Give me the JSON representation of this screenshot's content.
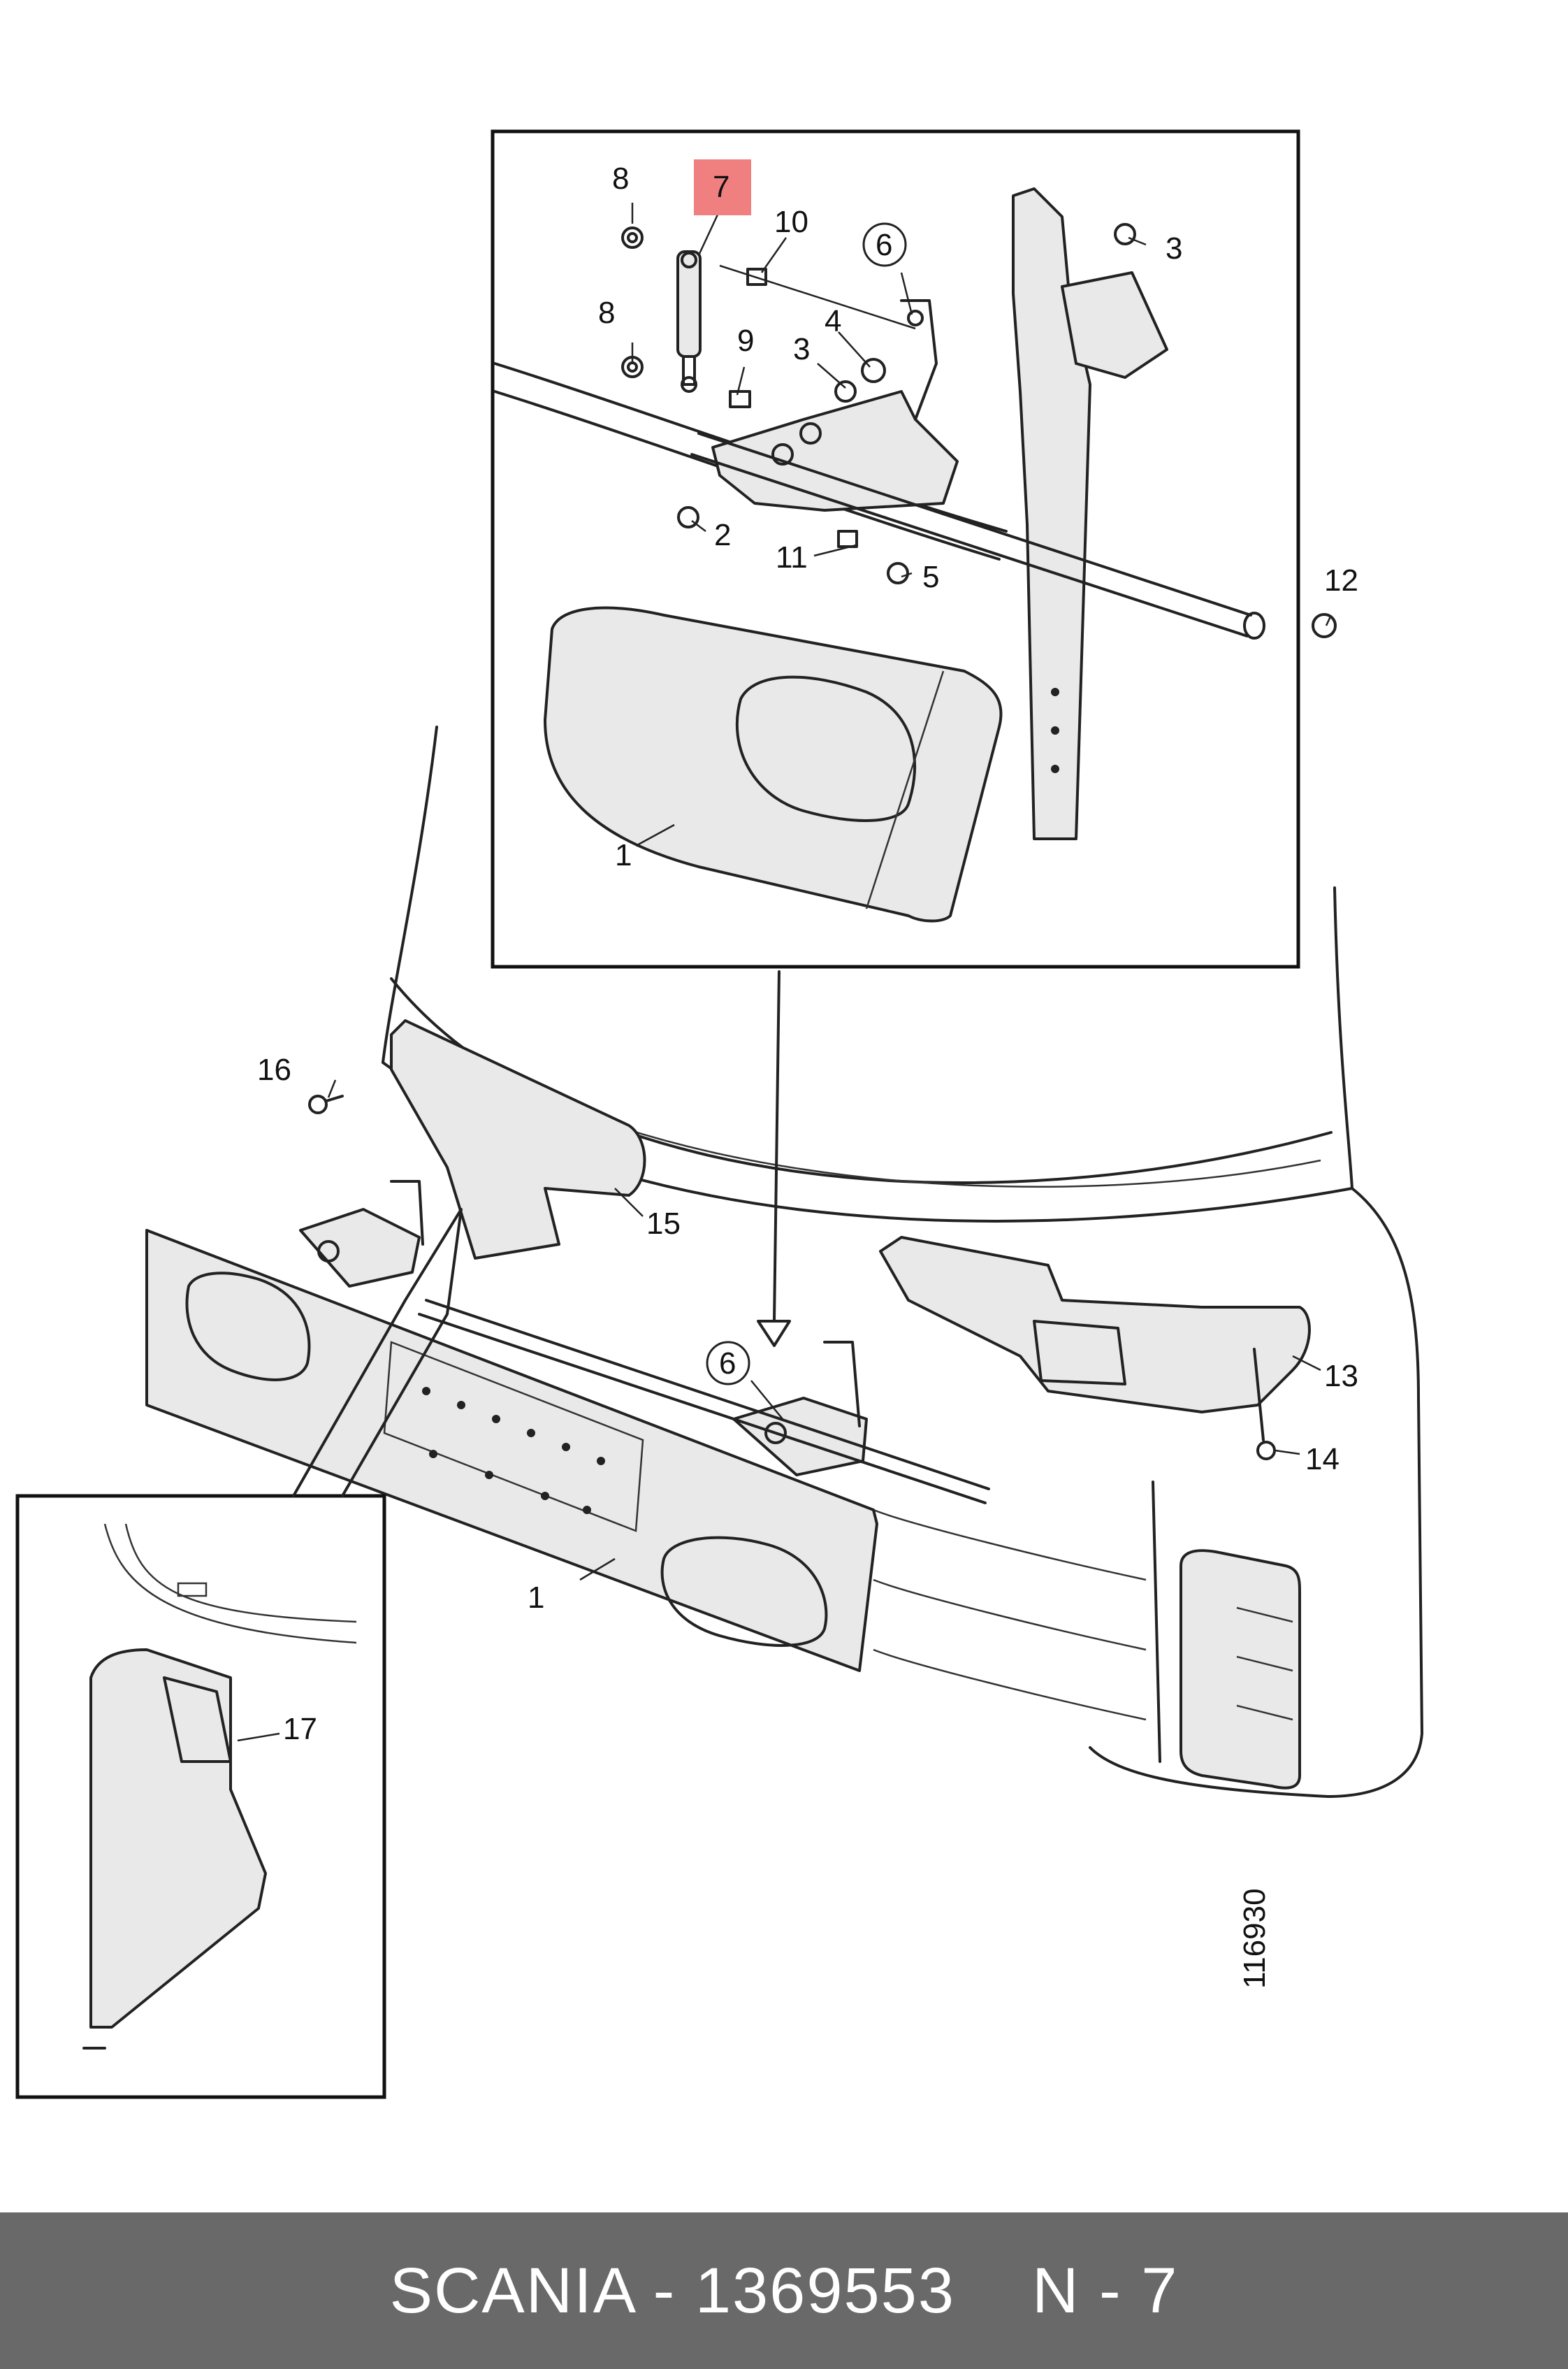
{
  "callouts": {
    "c1_inset": "1",
    "c1_main": "1",
    "c2": "2",
    "c3_top": "3",
    "c3_mid": "3",
    "c4": "4",
    "c5": "5",
    "c6_inset": "6",
    "c6_main": "6",
    "c7": "7",
    "c8_top": "8",
    "c8_bottom": "8",
    "c9": "9",
    "c10": "10",
    "c11": "11",
    "c12": "12",
    "c13": "13",
    "c14": "14",
    "c15": "15",
    "c16": "16",
    "c17": "17"
  },
  "highlight_color": "#f08080",
  "figure_number": "116930",
  "footer": {
    "brand_part": "SCANIA - 1369553",
    "page_ref": "N - 7",
    "background": "#696969",
    "text_color": "#ffffff"
  }
}
